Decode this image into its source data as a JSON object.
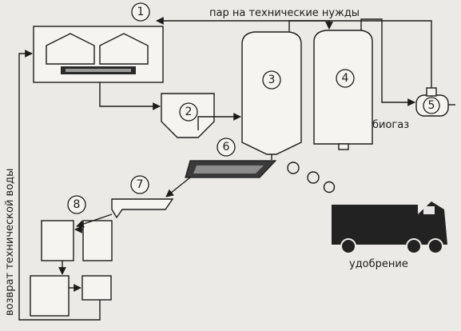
{
  "labels": {
    "steam": "пар на технические нужды",
    "biogas": "биогаз",
    "fertilizer": "удобрение",
    "water_return": "возврат технической воды"
  },
  "numbers": [
    "1",
    "2",
    "3",
    "4",
    "5",
    "6",
    "7",
    "8"
  ],
  "colors": {
    "ink": "#1c1c1c",
    "paper": "#eceae6",
    "truck": "#222222"
  },
  "icons": [
    "truck-icon",
    "bubble-icon",
    "arrow-icon"
  ]
}
